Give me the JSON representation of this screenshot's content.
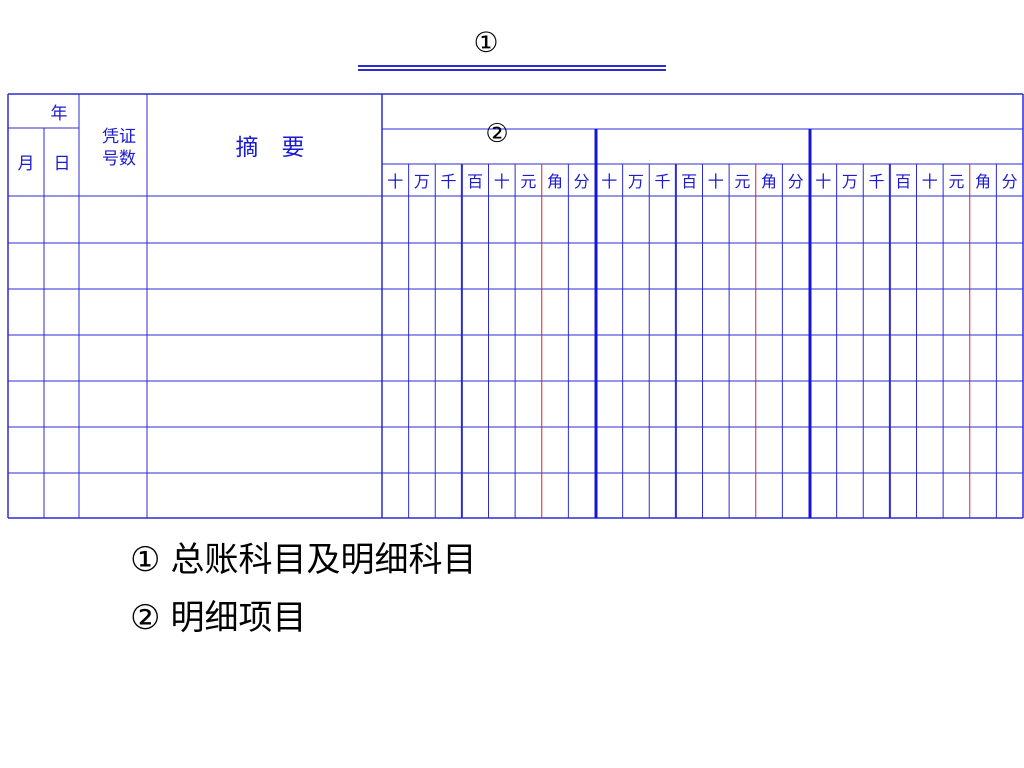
{
  "title": {
    "marker": "①"
  },
  "header": {
    "year": "年",
    "month": "月",
    "day": "日",
    "voucher_line1": "凭证",
    "voucher_line2": "号数",
    "summary": "摘　要",
    "detail_item_marker": "②"
  },
  "digit_labels": [
    "十",
    "万",
    "千",
    "百",
    "十",
    "元",
    "角",
    "分"
  ],
  "colors": {
    "grid": "#2b2bd6",
    "text": "#1a1ad0",
    "decimal_divider": "#e02020",
    "notes": "#000000"
  },
  "notes": [
    {
      "num": "①",
      "text": "总账科目及明细科目"
    },
    {
      "num": "②",
      "text": "明细项目"
    }
  ]
}
